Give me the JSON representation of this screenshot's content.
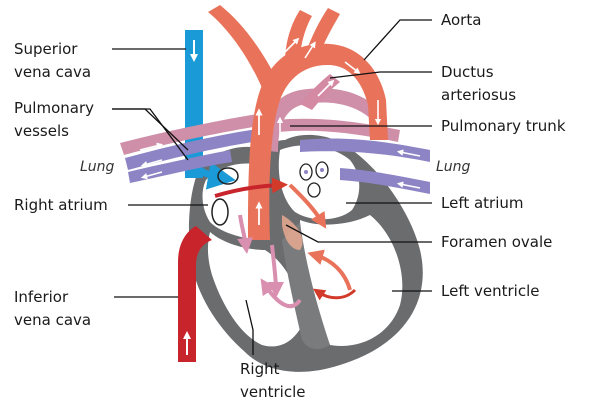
{
  "labels": {
    "superior_vena_cava": [
      "Superior",
      "vena cava"
    ],
    "pulmonary_vessels": [
      "Pulmonary",
      "vessels"
    ],
    "lung_left_side": "Lung",
    "right_atrium": "Right atrium",
    "inferior_vena_cava": [
      "Inferior",
      "vena cava"
    ],
    "right_ventricle": [
      "Right",
      "ventricle"
    ],
    "aorta": "Aorta",
    "ductus_arteriosus": [
      "Ductus",
      "arteriosus"
    ],
    "pulmonary_trunk": "Pulmonary trunk",
    "lung_right_side": "Lung",
    "left_atrium": "Left atrium",
    "foramen_ovale": "Foramen ovale",
    "left_ventricle": "Left ventricle"
  },
  "colors": {
    "oxygenated_red": "#c8242c",
    "aorta_salmon": "#e9735a",
    "deoxygenated_blue": "#1a9ad6",
    "pulmonary_purple": "#8c84c4",
    "pulmonary_mauve": "#cf8fa8",
    "heart_wall": "#6b6c6e",
    "mixed_pink": "#d98fb0"
  }
}
